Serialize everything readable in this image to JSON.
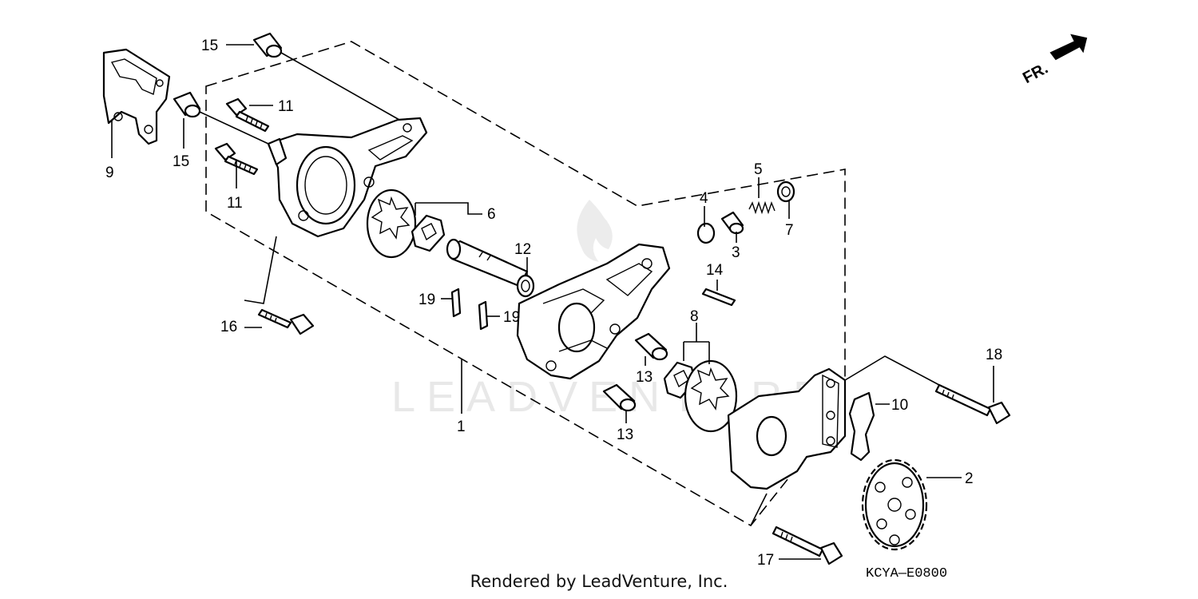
{
  "diagram": {
    "callouts": {
      "c1": "1",
      "c2": "2",
      "c3": "3",
      "c4": "4",
      "c5": "5",
      "c6": "6",
      "c7": "7",
      "c8": "8",
      "c9": "9",
      "c10": "10",
      "c11a": "11",
      "c11b": "11",
      "c12": "12",
      "c13a": "13",
      "c13b": "13",
      "c14": "14",
      "c15a": "15",
      "c15b": "15",
      "c16": "16",
      "c17": "17",
      "c18": "18",
      "c19a": "19",
      "c19b": "19"
    },
    "direction_label": "FR.",
    "diagram_code": "KCYA—E0800",
    "watermark": "LEADVENTURE"
  },
  "footer": {
    "text": "Rendered by LeadVenture, Inc."
  }
}
